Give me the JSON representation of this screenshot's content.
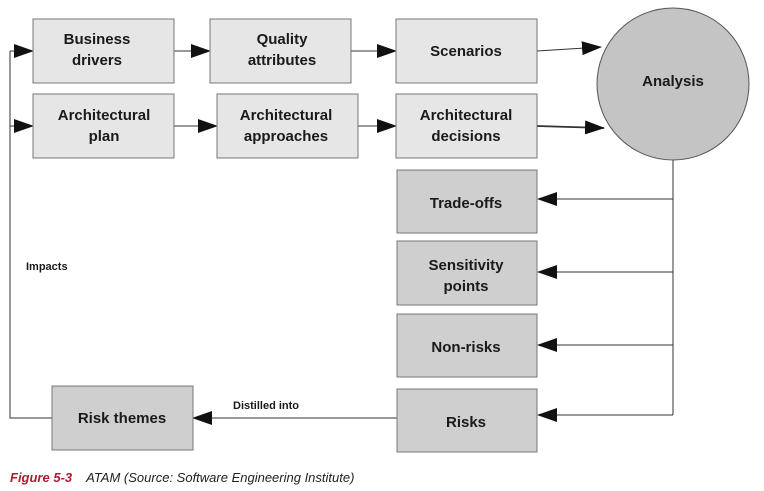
{
  "nodes": {
    "business_drivers": [
      "Business",
      "drivers"
    ],
    "quality_attributes": [
      "Quality",
      "attributes"
    ],
    "scenarios": [
      "Scenarios"
    ],
    "analysis": [
      "Analysis"
    ],
    "architectural_plan": [
      "Architectural",
      "plan"
    ],
    "architectural_approaches": [
      "Architectural",
      "approaches"
    ],
    "architectural_decisions": [
      "Architectural",
      "decisions"
    ],
    "trade_offs": [
      "Trade-offs"
    ],
    "sensitivity_points": [
      "Sensitivity",
      "points"
    ],
    "non_risks": [
      "Non-risks"
    ],
    "risks": [
      "Risks"
    ],
    "risk_themes": [
      "Risk themes"
    ]
  },
  "edge_labels": {
    "impacts": "Impacts",
    "distilled_into": "Distilled into"
  },
  "caption": {
    "figure": "Figure 5-3",
    "text": "ATAM (Source: Software Engineering Institute)"
  },
  "colors": {
    "light_box": "#e6e6e6",
    "dark_box": "#cfcfcf",
    "analysis": "#c4c4c4",
    "figure_label": "#b01c2e"
  }
}
